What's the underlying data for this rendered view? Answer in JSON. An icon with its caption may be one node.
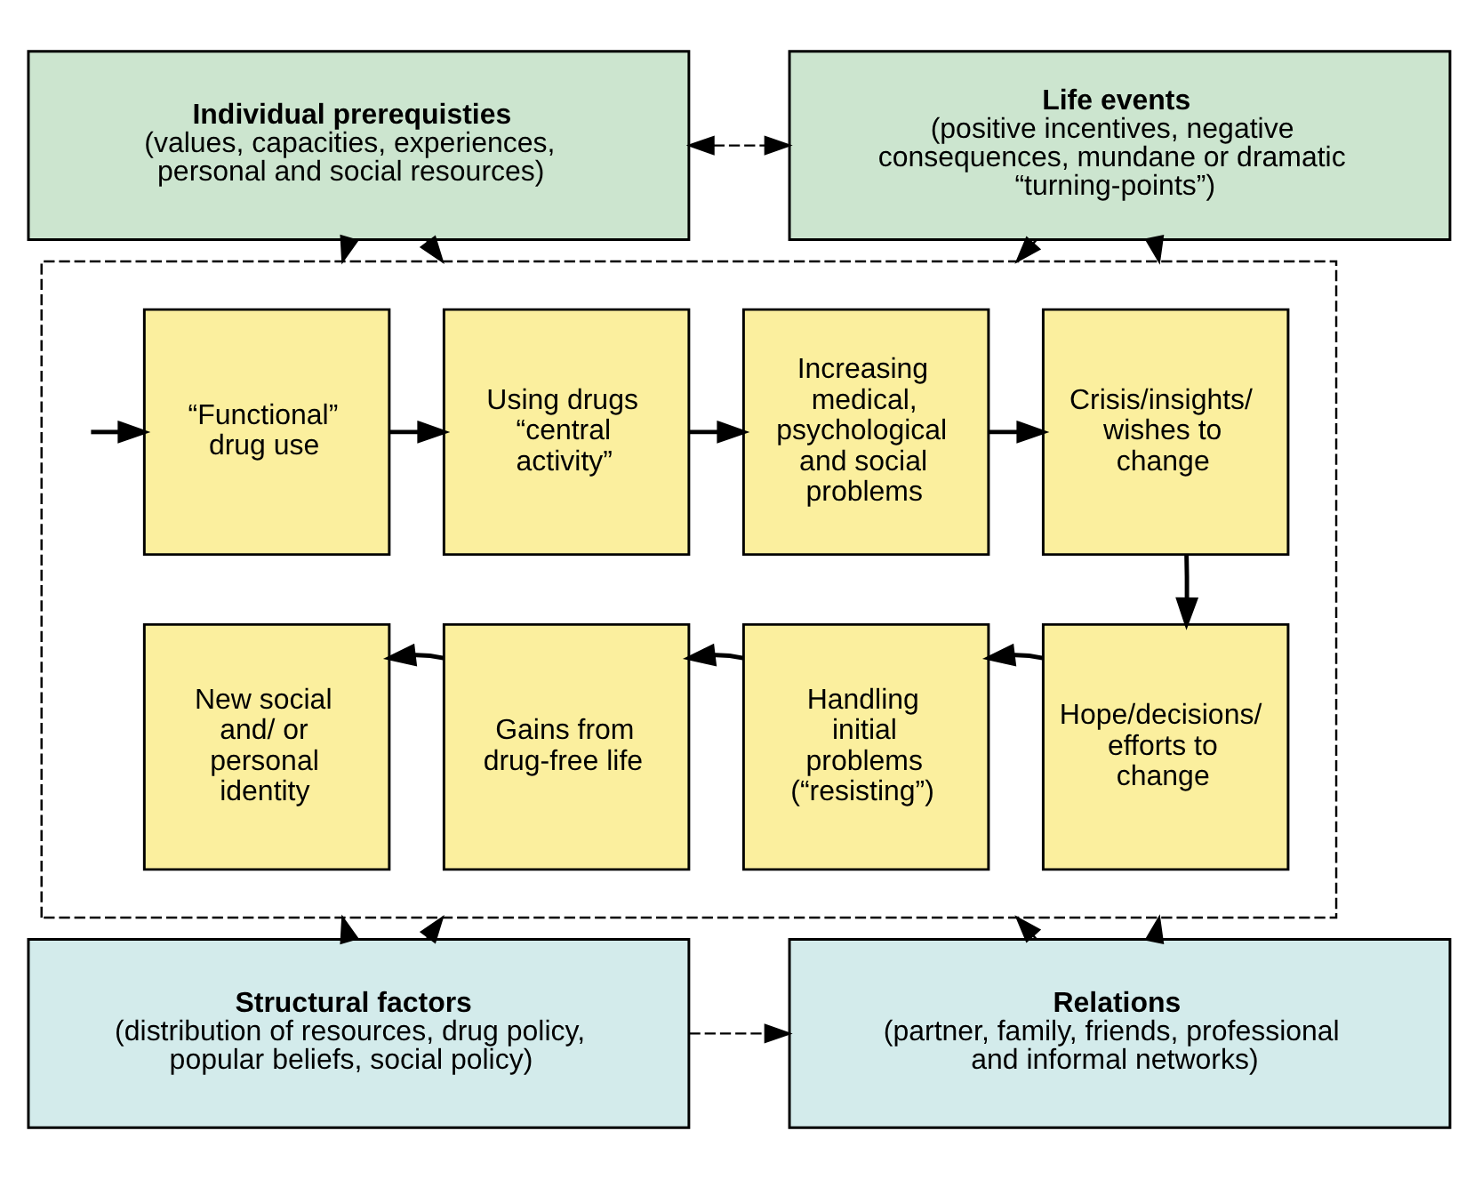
{
  "diagram": {
    "nodes": [
      {
        "text": [
          "Individual prerequisties",
          "(values, capacities, experiences, personal and social resources)"
        ]
      },
      {
        "text": [
          "Life events",
          "(positive incentives, negative consequences, mundane or dramatic “turning-points”)"
        ]
      },
      {
        "text": [],
        "shape": "box"
      },
      {
        "text": [
          "“Functional” drug use"
        ],
        "in": 2
      },
      {
        "text": [
          "Using drugs “central activity”"
        ],
        "in": 2
      },
      {
        "text": [
          "Increasing medical, psychological and social problems"
        ],
        "in": 2
      },
      {
        "text": [
          "Crisis/insights/ wishes to change"
        ],
        "in": 2
      },
      {
        "text": [
          "Hope/decisions/ efforts to change"
        ],
        "in": 2
      },
      {
        "text": [
          "Handling initial problems (“resisting”)"
        ],
        "in": 2
      },
      {
        "text": [
          "Gains from drug-free life"
        ],
        "in": 2
      },
      {
        "text": [
          "New social and/ or personal identity"
        ],
        "in": 2
      },
      {
        "text": [
          "Structural factors",
          "(distribution of resources, drug policy, popular beliefs, social policy)"
        ]
      },
      {
        "text": [
          "Relations",
          "(partner, family, friends, professional and informal networks)"
        ]
      }
    ],
    "edges": [
      {
        "from": 0,
        "to": 1,
        "arrow": "both",
        "style": "dashed"
      },
      {
        "from": 0,
        "to": 2,
        "arrow": "to",
        "style": "dashed"
      },
      {
        "from": 0,
        "to": 2,
        "arrow": "to",
        "style": "dashed"
      },
      {
        "from": 1,
        "to": 2,
        "arrow": "to",
        "style": "dashed"
      },
      {
        "from": 1,
        "to": 2,
        "arrow": "to",
        "style": "dashed"
      },
      {
        "from": null,
        "to": 3,
        "arrow": "to"
      },
      {
        "from": 3,
        "to": 4,
        "arrow": "to"
      },
      {
        "from": 4,
        "to": 5,
        "arrow": "to"
      },
      {
        "from": 5,
        "to": 6,
        "arrow": "to"
      },
      {
        "from": 6,
        "to": 7,
        "arrow": "to"
      },
      {
        "from": 7,
        "to": 8,
        "arrow": "to"
      },
      {
        "from": 8,
        "to": 9,
        "arrow": "to"
      },
      {
        "from": 9,
        "to": 10,
        "arrow": "to"
      },
      {
        "from": 11,
        "to": 2,
        "arrow": "to",
        "style": "dashed"
      },
      {
        "from": 11,
        "to": 2,
        "arrow": "to",
        "style": "dashed"
      },
      {
        "from": 12,
        "to": 2,
        "arrow": "to",
        "style": "dashed"
      },
      {
        "from": 12,
        "to": 2,
        "arrow": "to",
        "style": "dashed"
      },
      {
        "from": 11,
        "to": 12,
        "arrow": "to",
        "style": "dashed"
      }
    ]
  }
}
